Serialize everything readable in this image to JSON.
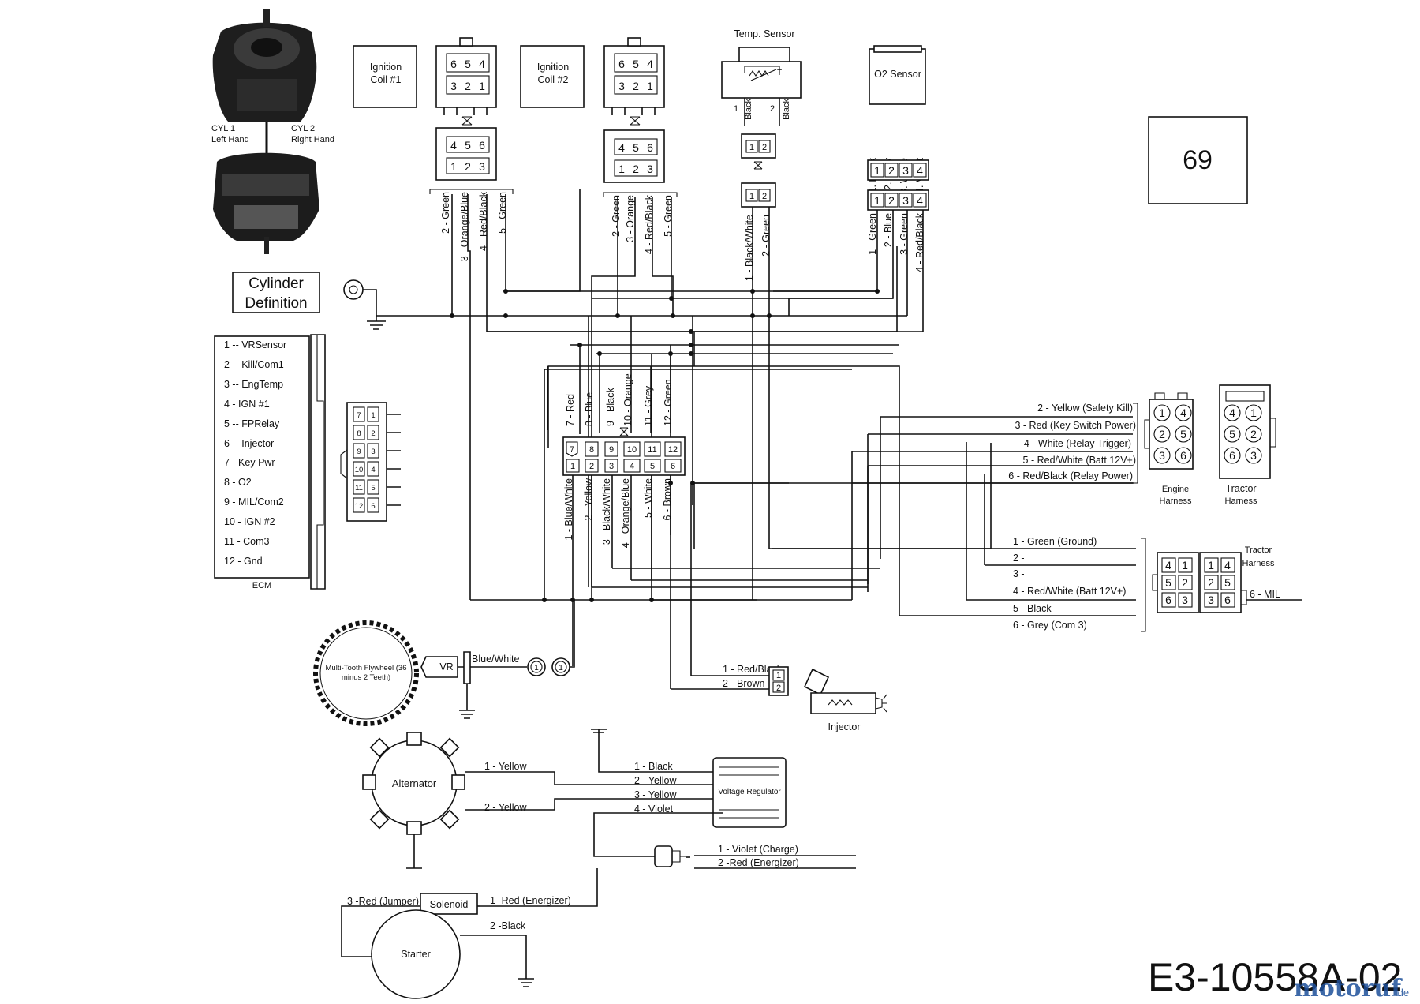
{
  "cylinder": {
    "cyl1_a": "CYL 1",
    "cyl1_b": "Left Hand",
    "cyl2_a": "CYL 2",
    "cyl2_b": "Right Hand",
    "def1": "Cylinder",
    "def2": "Definition"
  },
  "coil1": {
    "a": "Ignition",
    "b": "Coil #1"
  },
  "coil2": {
    "a": "Ignition",
    "b": "Coil #2"
  },
  "conn6": {
    "top": [
      "6",
      "5",
      "4"
    ],
    "bot": [
      "3",
      "2",
      "1"
    ],
    "mtop": [
      "4",
      "5",
      "6"
    ],
    "mbot": [
      "1",
      "2",
      "3"
    ]
  },
  "coil1_wires": [
    "2 - Green",
    "3 - Orange/Blue",
    "4 - Red/Black",
    "5 - Green"
  ],
  "coil2_wires": [
    "2 - Green",
    "3 - Orange",
    "4 - Red/Black",
    "5 - Green"
  ],
  "temp": {
    "title": "Temp. Sensor",
    "p1": "1",
    "p2": "2",
    "w1": "Black",
    "w2": "Black",
    "pins": [
      "1",
      "2"
    ],
    "wires": [
      "1 - Black/White",
      "2 - Green"
    ]
  },
  "o2": {
    "title": "O2 Sensor",
    "top": [
      "1. Black",
      "2. Grey",
      "3. White",
      "4. Violet"
    ],
    "pins": [
      "1",
      "2",
      "3",
      "4"
    ],
    "wires": [
      "1 - Green",
      "2 - Blue",
      "3 - Green",
      "4 - Red/Black"
    ]
  },
  "page_number": "69",
  "pinlist": [
    "1 -- VRSensor",
    "2 -- Kill/Com1",
    "3 -- EngTemp",
    "4 - IGN #1",
    "5 -- FPRelay",
    "6 -- Injector",
    "7 - Key Pwr",
    "8 - O2",
    "9 - MIL/Com2",
    "10 - IGN #2",
    "11 - Com3",
    "12 - Gnd"
  ],
  "ecm_label": "ECM",
  "ecm_small_pins": [
    [
      "7",
      "1"
    ],
    [
      "8",
      "2"
    ],
    [
      "9",
      "3"
    ],
    [
      "10",
      "4"
    ],
    [
      "11",
      "5"
    ],
    [
      "12",
      "6"
    ]
  ],
  "ecm_top_wires": [
    "7 - Red",
    "8 - Blue",
    "9 - Black",
    "10 - Orange",
    "11 - Grey",
    "12 - Green"
  ],
  "ecm_top_pins": [
    "7",
    "8",
    "9",
    "10",
    "11",
    "12"
  ],
  "ecm_bot_pins": [
    "1",
    "2",
    "3",
    "4",
    "5",
    "6"
  ],
  "ecm_bot_wires": [
    "1 - Blue/White",
    "2 - Yellow",
    "3 - Black/White",
    "4 - Orange/Blue",
    "5 - White",
    "6 - Brown"
  ],
  "engine_harness_wires": [
    "2 - Yellow (Safety Kill)",
    "3 - Red (Key Switch Power)",
    "4 - White (Relay Trigger)",
    "5 - Red/White (Batt 12V+)",
    "6 - Red/Black (Relay Power)"
  ],
  "engine_harness": {
    "pins": [
      "1",
      "4",
      "2",
      "5",
      "3",
      "6"
    ],
    "label_a": "Engine",
    "label_b": "Harness"
  },
  "tractor_harness1": {
    "pins": [
      "4",
      "1",
      "5",
      "2",
      "6",
      "3"
    ],
    "label_a": "Tractor",
    "label_b": "Harness"
  },
  "tractor_wires": [
    "1 - Green (Ground)",
    "2 -",
    "3 -",
    "4 - Red/White (Batt 12V+)",
    "5 - Black",
    "6 - Grey (Com 3)"
  ],
  "tractor_harness2": {
    "label_a": "Tractor",
    "label_b": "Harness",
    "left": [
      "4",
      "1",
      "5",
      "2",
      "6",
      "3"
    ],
    "right": [
      "1",
      "4",
      "2",
      "5",
      "3",
      "6"
    ],
    "mil": "6 - MIL"
  },
  "flywheel": {
    "a": "Multi-Tooth Flywheel (36",
    "b": "minus 2 Teeth)",
    "vr": "VR",
    "wire": "Blue/White",
    "pin": "1"
  },
  "injector": {
    "w1": "1 - Red/Black",
    "w2": "2 - Brown",
    "pins": [
      "1",
      "2"
    ],
    "label": "Injector"
  },
  "alternator": {
    "label": "Alternator",
    "w1": "1 - Yellow",
    "w2": "2 - Yellow"
  },
  "regulator": {
    "label": "Voltage Regulator",
    "wires": [
      "1 - Black",
      "2 - Yellow",
      "3 - Yellow",
      "4 - Violet"
    ]
  },
  "charge": {
    "w1": "1 - Violet (Charge)",
    "w2": "2 -Red (Energizer)"
  },
  "starter": {
    "solenoid": "Solenoid",
    "starter": "Starter",
    "jumper": "3 -Red (Jumper)",
    "energizer": "1 -Red (Energizer)",
    "black": "2 -Black"
  },
  "part_number": "E3-10558A-02",
  "watermark": "motoruf",
  "watermark_tld": ".de"
}
